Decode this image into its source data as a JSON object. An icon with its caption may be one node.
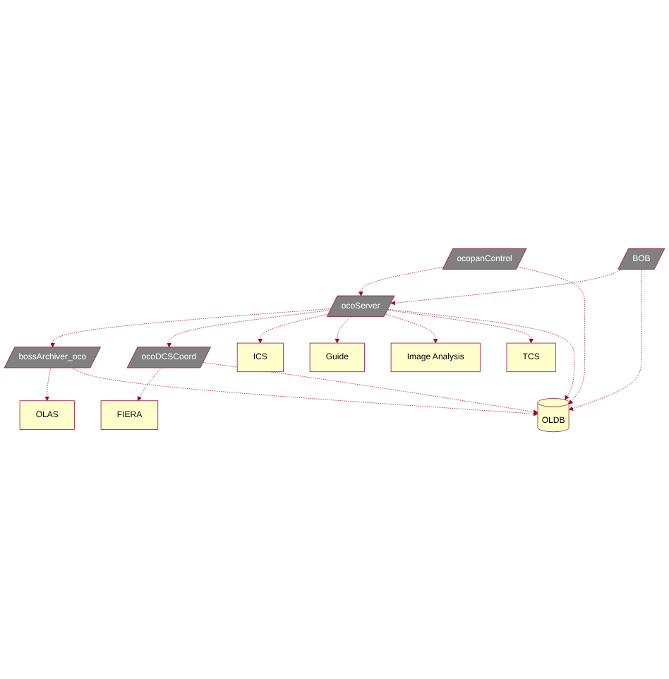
{
  "diagram": {
    "nodes": [
      {
        "text": [
          "OLAS"
        ]
      },
      {
        "text": [
          "FIERA"
        ]
      },
      {
        "text": [
          "bossArchiver_oco"
        ]
      },
      {
        "text": [
          "ocoDCSCoord"
        ]
      },
      {
        "text": [
          "ICS"
        ]
      },
      {
        "text": [
          "ocopanControl"
        ]
      },
      {
        "text": [
          "ocoServer"
        ]
      },
      {
        "text": [
          "Guide"
        ]
      },
      {
        "text": [
          "Image Analysis"
        ]
      },
      {
        "text": [
          "BOB"
        ]
      },
      {
        "text": [
          "TCS"
        ]
      },
      {
        "text": [
          "OLDB"
        ]
      }
    ],
    "edges": [
      {
        "from": 2,
        "to": 0,
        "arrow": "to",
        "style": "dashed"
      },
      {
        "from": 3,
        "to": 1,
        "arrow": "to",
        "style": "dashed"
      },
      {
        "from": 6,
        "to": 2,
        "arrow": "to",
        "style": "dashed"
      },
      {
        "from": 6,
        "to": 3,
        "arrow": "to",
        "style": "dashed"
      },
      {
        "from": 6,
        "to": 4,
        "arrow": "to",
        "style": "dashed"
      },
      {
        "from": 5,
        "to": 6,
        "arrow": "to",
        "style": "dashed"
      },
      {
        "from": 6,
        "to": 7,
        "arrow": "to",
        "style": "dashed"
      },
      {
        "from": 6,
        "to": 8,
        "arrow": "to",
        "style": "dashed"
      },
      {
        "from": 9,
        "to": 6,
        "arrow": "to",
        "style": "dashed"
      },
      {
        "from": 6,
        "to": 10,
        "arrow": "to",
        "style": "dashed"
      },
      {
        "from": 5,
        "to": 11,
        "arrow": "to",
        "style": "dashed"
      },
      {
        "from": 9,
        "to": 11,
        "arrow": "to",
        "style": "dashed"
      },
      {
        "from": 6,
        "to": 11,
        "arrow": "to",
        "style": "dashed"
      },
      {
        "from": 2,
        "to": 11,
        "arrow": "to",
        "style": "dashed"
      },
      {
        "from": 3,
        "to": 11,
        "arrow": "to",
        "style": "dashed"
      }
    ]
  }
}
